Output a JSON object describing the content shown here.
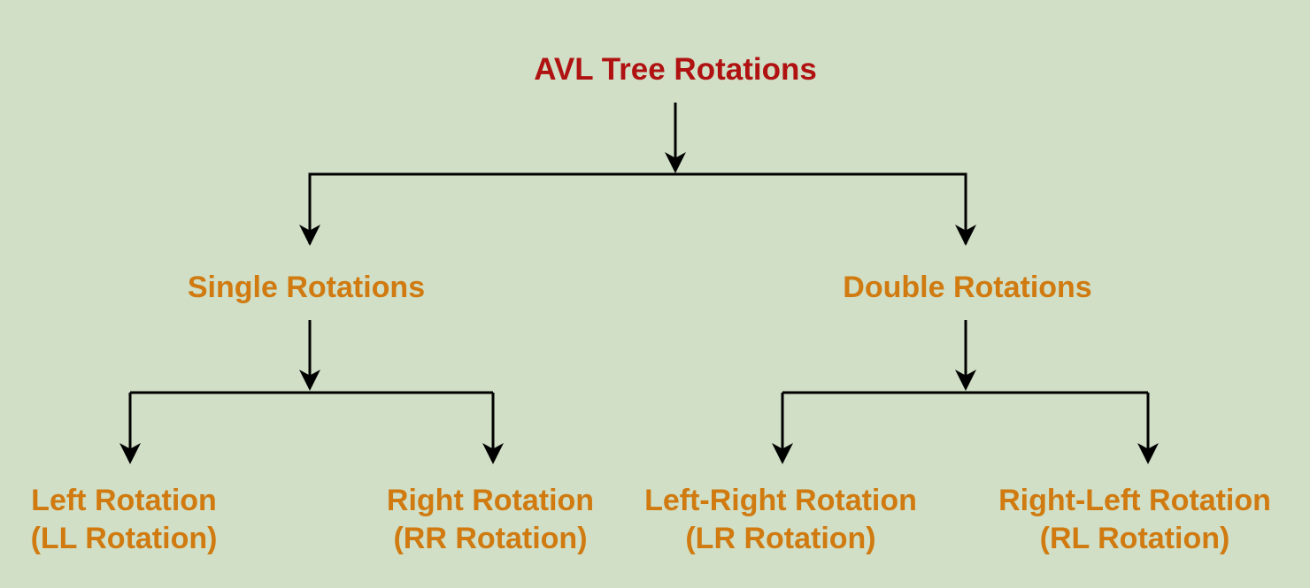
{
  "diagram": {
    "root": {
      "label": "AVL Tree Rotations"
    },
    "single": {
      "label": "Single Rotations"
    },
    "double": {
      "label": "Double Rotations"
    },
    "leaves": {
      "ll": {
        "line1": "Left Rotation",
        "line2": "(LL Rotation)"
      },
      "rr": {
        "line1": "Right Rotation",
        "line2": "(RR Rotation)"
      },
      "lr": {
        "line1": "Left-Right Rotation",
        "line2": "(LR Rotation)"
      },
      "rl": {
        "line1": "Right-Left Rotation",
        "line2": "(RL Rotation)"
      }
    }
  },
  "colors": {
    "background": "#d0dfc5",
    "root_text": "#b01212",
    "node_text": "#d07a10",
    "connector": "#000000"
  }
}
